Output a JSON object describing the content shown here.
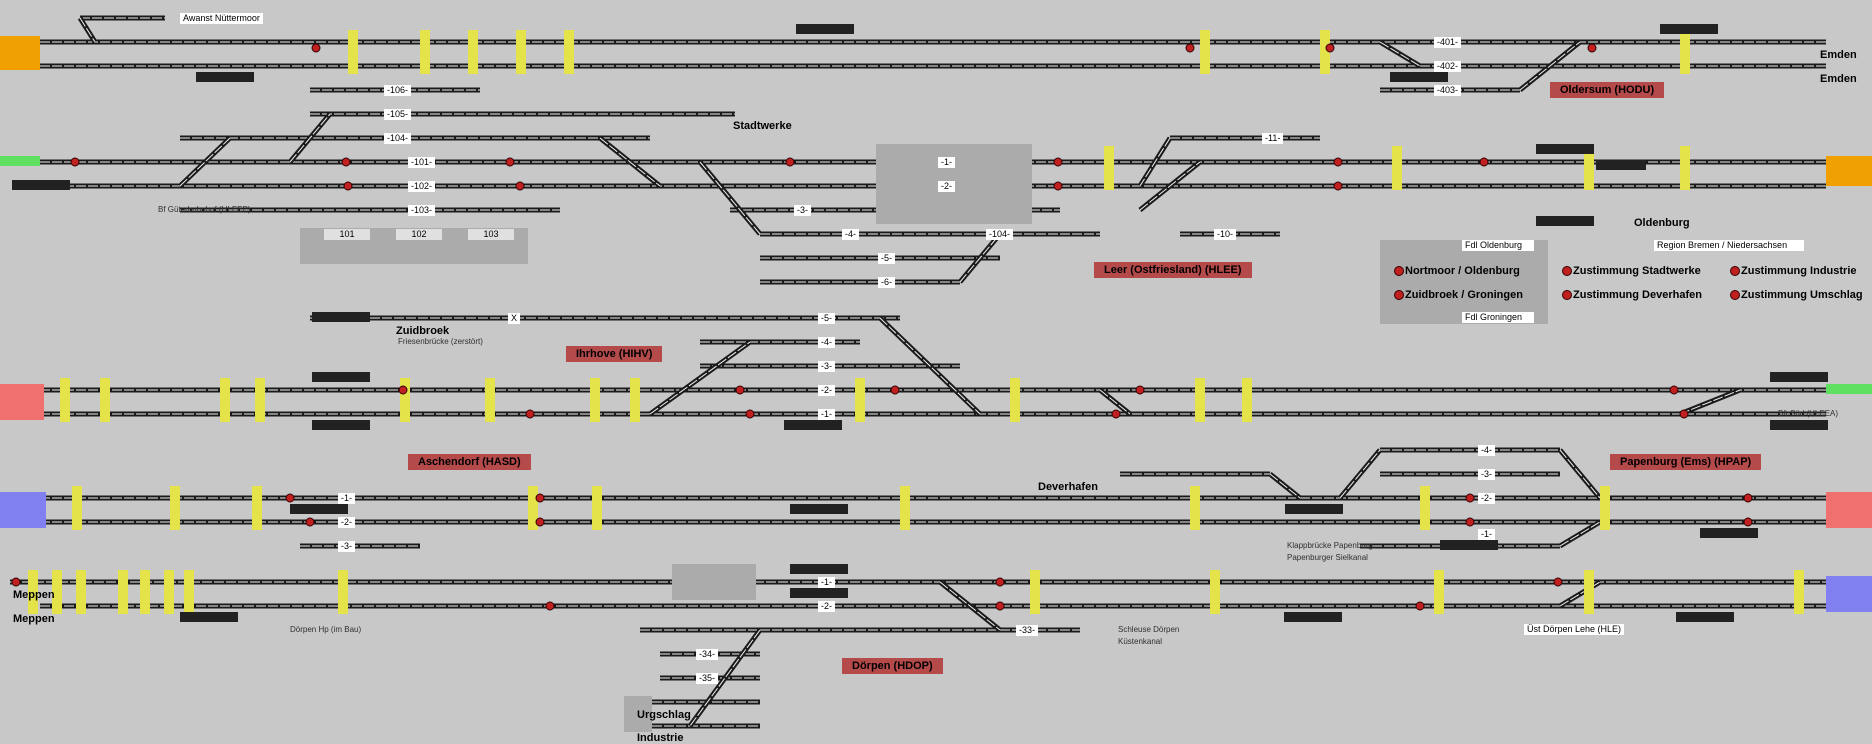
{
  "labels": {
    "awanst": "Awanst Nüttermoor",
    "emden_1": "Emden",
    "emden_2": "Emden",
    "oldersum": "Oldersum (HODU)",
    "stadtwerke": "Stadtwerke",
    "oldenburg": "Oldenburg",
    "bf_gueterbf": "Bf Güterbahnhof (HLEEP)",
    "leer": "Leer (Ostfriesland) (HLEE)",
    "zuidbroek": "Zuidbroek",
    "friesenbruecke": "Friesenbrücke (zerstört)",
    "ihrhove": "Ihrhove (HIHV)",
    "bf_sued": "Bft Süd (HLEEA)",
    "aschendorf": "Aschendorf (HASD)",
    "deverhafen": "Deverhafen",
    "papenburg": "Papenburg (Ems) (HPAP)",
    "klappbruecke": "Klappbrücke Papenburg",
    "papenburger_sielkanal": "Papenburger Sielkanal",
    "meppen_1": "Meppen",
    "meppen_2": "Meppen",
    "doerpen_hp": "Dörpen Hp (im Bau)",
    "schleuse": "Schleuse Dörpen",
    "kuestenkanal": "Küstenkanal",
    "uest_doerpen": "Üst Dörpen Lehe (HLE)",
    "doerpen": "Dörpen (HDOP)",
    "urgschlag": "Urgschlag",
    "industrie": "Industrie",
    "zuidbroek_x": "X"
  },
  "fdl": {
    "oldenburg": "Fdl Oldenburg",
    "groningen": "Fdl Groningen",
    "region": "Region Bremen / Niedersachsen"
  },
  "zustimmung": {
    "nortmoor": "Nortmoor / Oldenburg",
    "zuidbroek": "Zuidbroek / Groningen",
    "stadtwerke": "Zustimmung Stadtwerke",
    "deverhafen": "Zustimmung Deverhafen",
    "industrie": "Zustimmung Industrie",
    "umschlag": "Zustimmung Umschlag"
  },
  "track_numbers": {
    "t401": "-401-",
    "t402": "-402-",
    "t403": "-403-",
    "t106": "-106-",
    "t105": "-105-",
    "t104": "-104-",
    "t101": "-101-",
    "t102": "-102-",
    "t103": "-103-",
    "t1_leer": "-1-",
    "t2_leer": "-2-",
    "t3_leer": "-3-",
    "t4_leer": "-4-",
    "t5_leer": "-5-",
    "t6_leer": "-6-",
    "t104_leer": "-104-",
    "t10_leer": "-10-",
    "t11_leer": "-11-",
    "t5_ih": "-5-",
    "t4_ih": "-4-",
    "t3_ih": "-3-",
    "t2_ih": "-2-",
    "t1_ih": "-1-",
    "t1_as": "-1-",
    "t2_as": "-2-",
    "t3_as": "-3-",
    "t4_pa": "-4-",
    "t3_pa": "-3-",
    "t2_pa": "-2-",
    "t1_pa": "-1-",
    "t1_do": "-1-",
    "t2_do": "-2-",
    "t33_do": "-33-",
    "t34_do": "-34-",
    "t35_do": "-35-"
  },
  "small_tags": {
    "p101": "101",
    "p102": "102",
    "p103": "103"
  },
  "colors": {
    "background": "#c8c8c8",
    "track": "#1a1a1a",
    "track_highlight": "#f0f0f0",
    "signal_red": "#c02020",
    "yellow_marker": "#e4e44a",
    "station_box": "#b44a4a",
    "edge_orange": "#f0a000",
    "edge_green": "#60e060",
    "edge_red": "#f07070",
    "edge_blue": "#8080f0"
  }
}
